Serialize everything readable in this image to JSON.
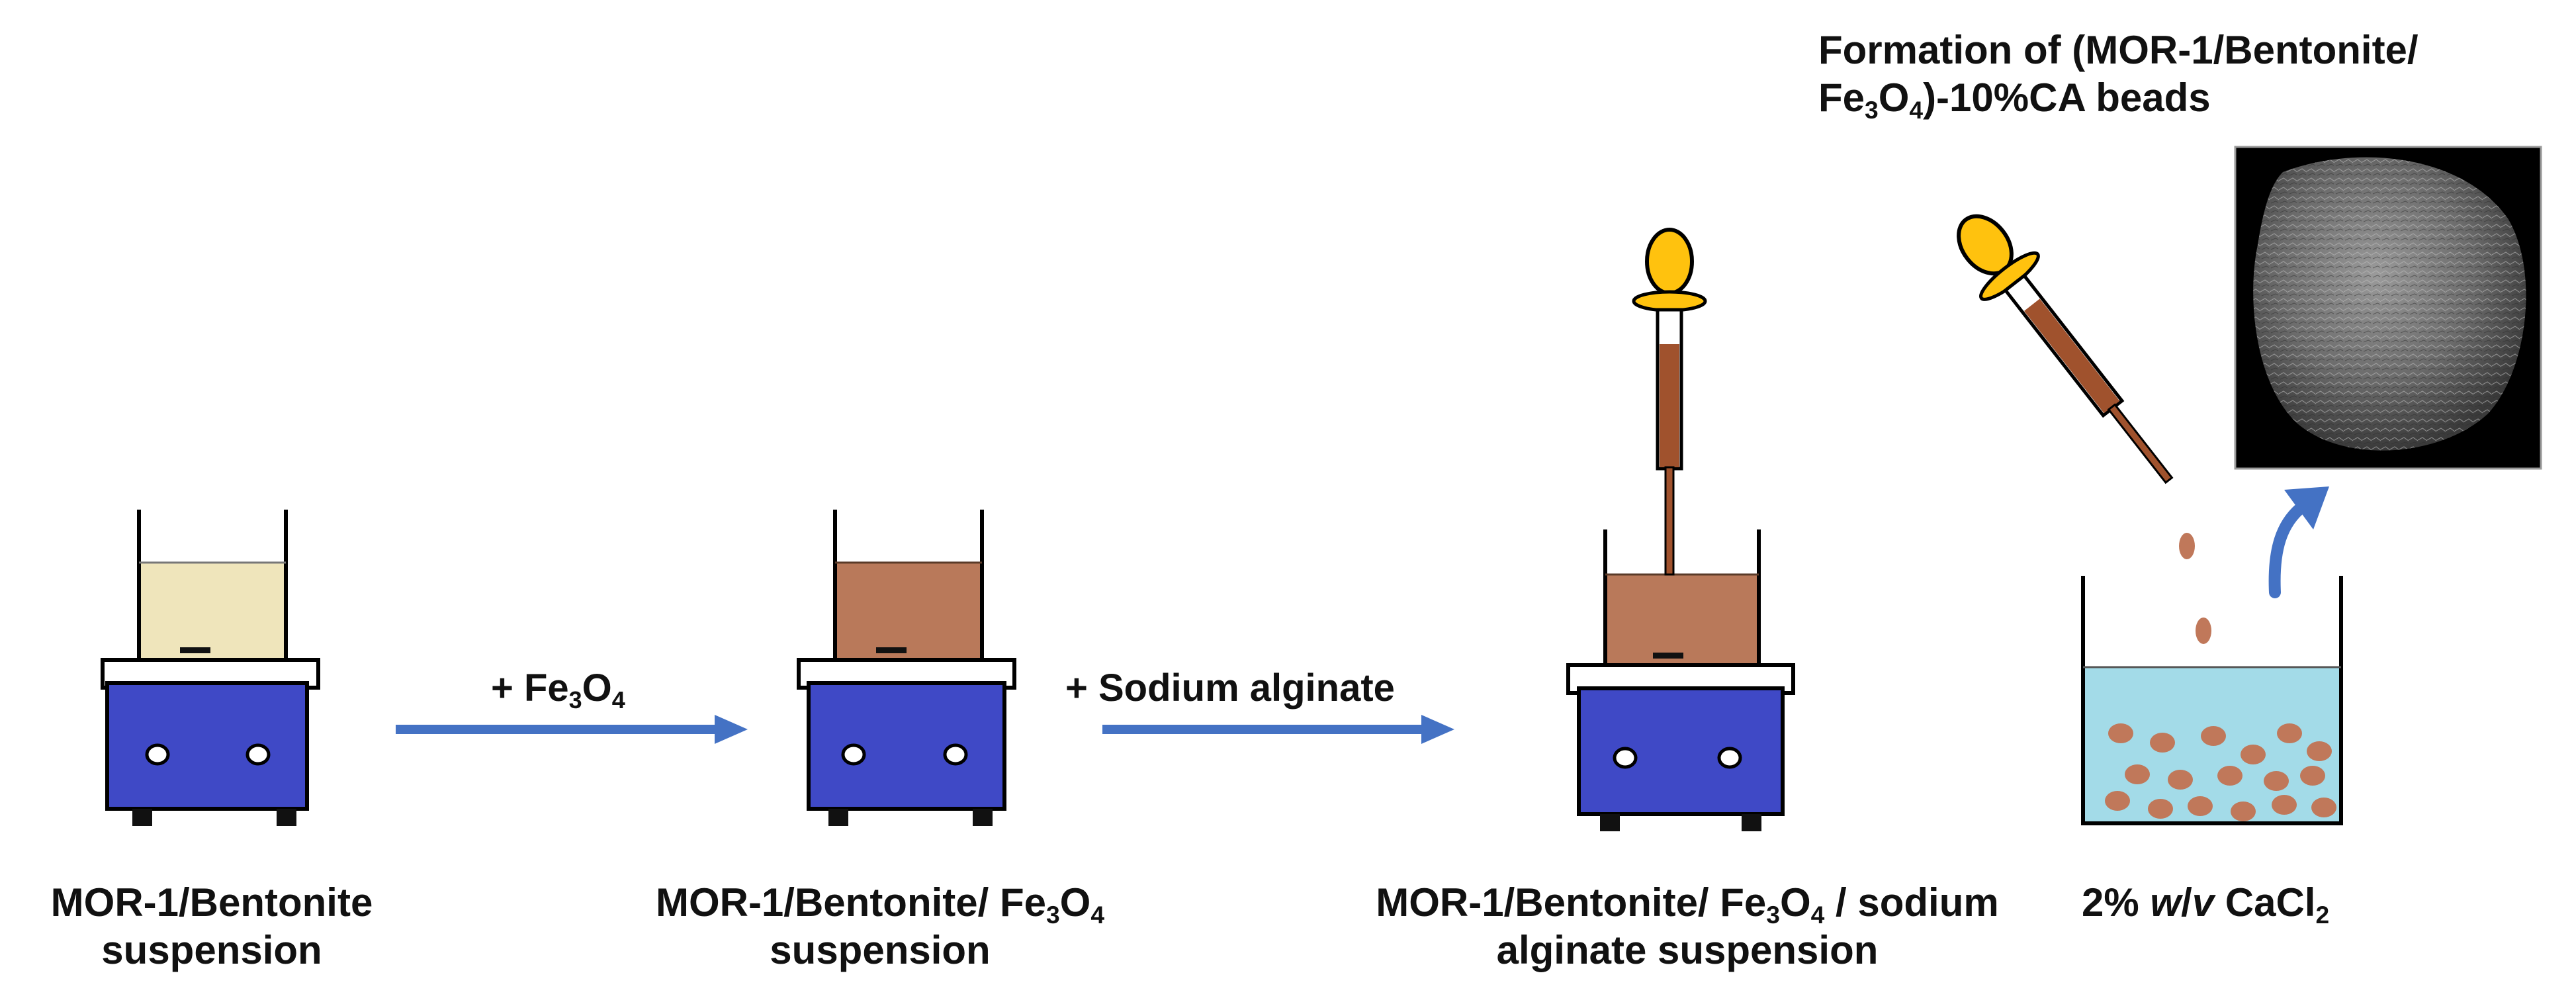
{
  "colors": {
    "hotplate_body": "#3f49c6",
    "hotplate_top": "#ffffff",
    "suspension_initial": "#efe5bb",
    "suspension_brown": "#b9795a",
    "arrow_blue": "#4472c4",
    "cacl2_solution": "#a3dbe8",
    "bead_color": "#c0785a",
    "bulb_yellow": "#ffc20e",
    "pipette_body": "#a0522d"
  },
  "icons": [
    "hotplate-stirrer-icon",
    "beaker-icon",
    "stir-bar-icon",
    "pipette-icon",
    "bead-icon",
    "curved-arrow-icon",
    "sem-bead-image"
  ],
  "steps": [
    {
      "label_line1": "MOR-1/Bentonite",
      "label_line2": "suspension"
    },
    {
      "label_line1_prefix": "MOR-1/Bentonite/ Fe",
      "sub1": "3",
      "mid": "O",
      "sub2": "4",
      "label_line2": "suspension"
    },
    {
      "label_line1_prefix": "MOR-1/Bentonite/ Fe",
      "sub1": "3",
      "mid": "O",
      "sub2": "4",
      "label_line1_suffix": " / sodium",
      "label_line2": "alginate suspension"
    },
    {
      "label_prefix": "2% ",
      "w": "w",
      "slash": "/",
      "v": "v",
      "label_mid": " CaCl",
      "sub": "2"
    }
  ],
  "arrows": [
    {
      "prefix": "+ Fe",
      "sub1": "3",
      "mid": "O",
      "sub2": "4"
    },
    {
      "text": "+ Sodium alginate"
    }
  ],
  "formation": {
    "line1": "Formation of (MOR-1/Bentonite/",
    "line2_prefix": "Fe",
    "sub1": "3",
    "mid": "O",
    "sub2": "4",
    "line2_suffix": ")-10%CA beads"
  }
}
